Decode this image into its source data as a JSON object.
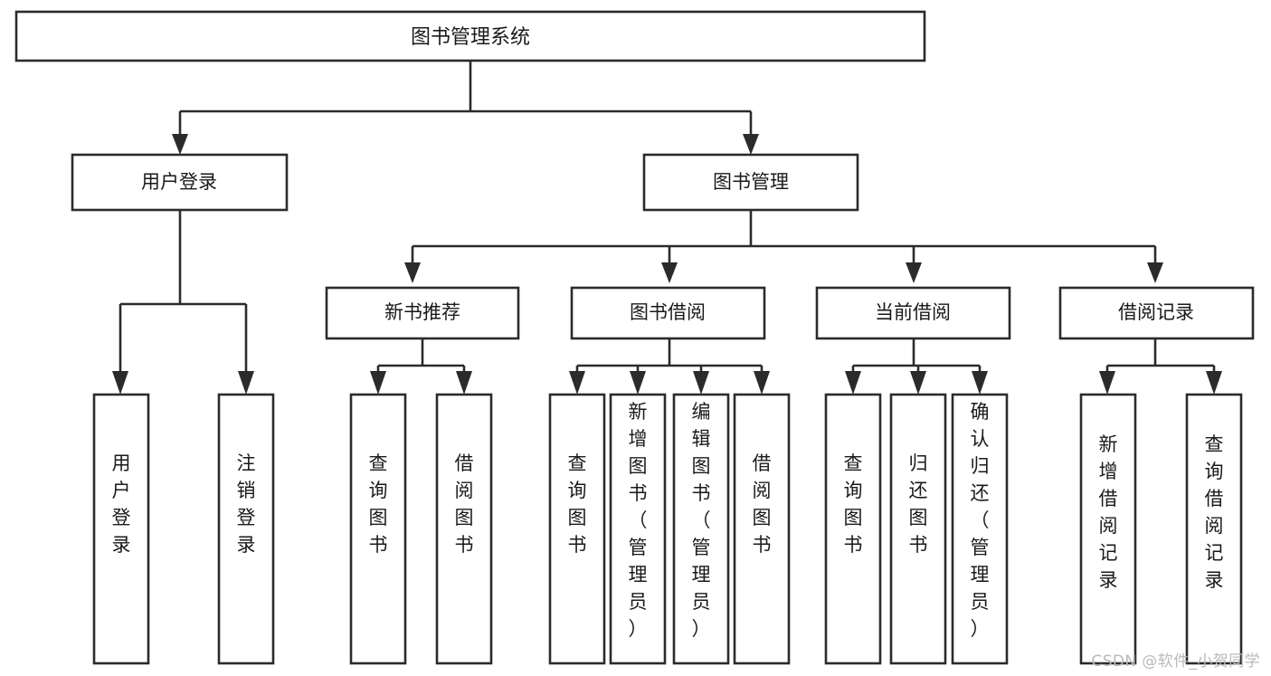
{
  "diagram": {
    "type": "tree-hierarchy-chart",
    "title": "图书管理系统",
    "background_color": "#ffffff",
    "stroke_color": "#2b2b2b",
    "text_color": "#1a1a1a",
    "watermark": "CSDN @软件_小贺同学",
    "root": {
      "label": "图书管理系统"
    },
    "level2": [
      {
        "key": "user_login",
        "label": "用户登录"
      },
      {
        "key": "book_manage",
        "label": "图书管理"
      }
    ],
    "level3": [
      {
        "key": "new_book_rec",
        "label": "新书推荐"
      },
      {
        "key": "book_borrow",
        "label": "图书借阅"
      },
      {
        "key": "current_borrow",
        "label": "当前借阅"
      },
      {
        "key": "borrow_record",
        "label": "借阅记录"
      }
    ],
    "leaves": {
      "user_login": [
        {
          "key": "leaf-user-login",
          "label": "用户登录"
        },
        {
          "key": "leaf-logout",
          "label": "注销登录"
        }
      ],
      "new_book_rec": [
        {
          "key": "leaf-query-book-1",
          "label": "查询图书"
        },
        {
          "key": "leaf-borrow-book-1",
          "label": "借阅图书"
        }
      ],
      "book_borrow": [
        {
          "key": "leaf-query-book-2",
          "label": "查询图书"
        },
        {
          "key": "leaf-add-book",
          "label": "新增图书（管理员）"
        },
        {
          "key": "leaf-edit-book",
          "label": "编辑图书（管理员）"
        },
        {
          "key": "leaf-borrow-book-2",
          "label": "借阅图书"
        }
      ],
      "current_borrow": [
        {
          "key": "leaf-query-book-3",
          "label": "查询图书"
        },
        {
          "key": "leaf-return-book",
          "label": "归还图书"
        },
        {
          "key": "leaf-confirm-return",
          "label": "确认归还（管理员）"
        }
      ],
      "borrow_record": [
        {
          "key": "leaf-add-record",
          "label": "新增借阅记录"
        },
        {
          "key": "leaf-query-record",
          "label": "查询借阅记录"
        }
      ]
    }
  }
}
